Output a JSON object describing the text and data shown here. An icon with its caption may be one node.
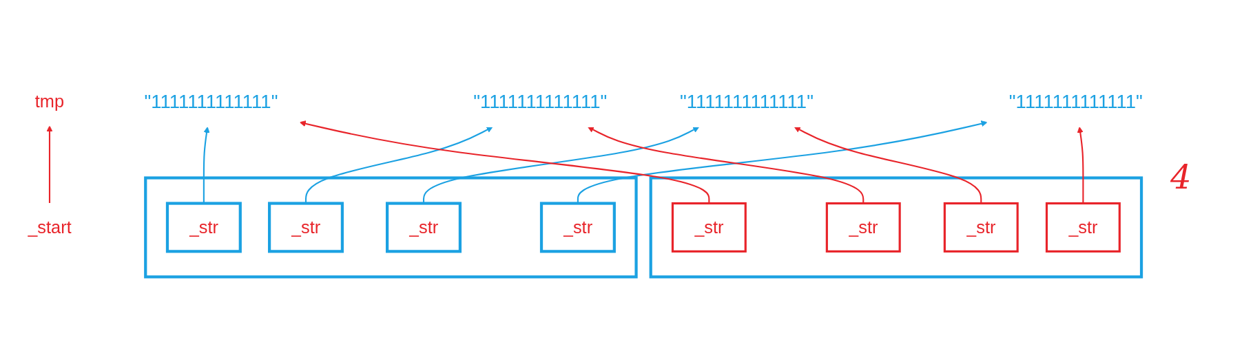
{
  "diagram": {
    "nodes": [
      {
        "text": [
          "\"1111111111111\""
        ]
      },
      {
        "text": [
          "\"1111111111111\""
        ]
      },
      {
        "text": [
          "\"1111111111111\""
        ]
      },
      {
        "text": [
          "\"1111111111111\""
        ]
      },
      {
        "text": [
          "_start"
        ]
      },
      {
        "text": [
          "tmp"
        ]
      },
      {
        "text": [],
        "shape": "box"
      },
      {
        "text": [
          "_str"
        ],
        "in": 6
      },
      {
        "text": [
          "_str"
        ],
        "in": 6
      },
      {
        "text": [
          "_str"
        ],
        "in": 6
      },
      {
        "text": [
          "_str"
        ],
        "in": 6
      },
      {
        "text": [],
        "shape": "box"
      },
      {
        "text": [
          "_str"
        ],
        "in": 11
      },
      {
        "text": [
          "_str"
        ],
        "in": 11
      },
      {
        "text": [
          "_str"
        ],
        "in": 11
      },
      {
        "text": [
          "_str"
        ],
        "in": 11
      }
    ],
    "edges": [
      {
        "from": 7,
        "to": 0,
        "arrow": "to",
        "color": "#1ba1e2"
      },
      {
        "from": 8,
        "to": 1,
        "arrow": "to",
        "color": "#1ba1e2"
      },
      {
        "from": 9,
        "to": 2,
        "arrow": "to",
        "color": "#1ba1e2"
      },
      {
        "from": 10,
        "to": 3,
        "arrow": "to",
        "color": "#1ba1e2"
      },
      {
        "from": 12,
        "to": 0,
        "arrow": "to",
        "color": "#e8242a"
      },
      {
        "from": 13,
        "to": 1,
        "arrow": "to",
        "color": "#e8242a"
      },
      {
        "from": 14,
        "to": 2,
        "arrow": "to",
        "color": "#e8242a"
      },
      {
        "from": 15,
        "to": 3,
        "arrow": "to",
        "color": "#e8242a"
      },
      {
        "from": 4,
        "to": 5,
        "arrow": "to",
        "color": "#e8242a"
      }
    ],
    "labels": [
      "4"
    ]
  }
}
